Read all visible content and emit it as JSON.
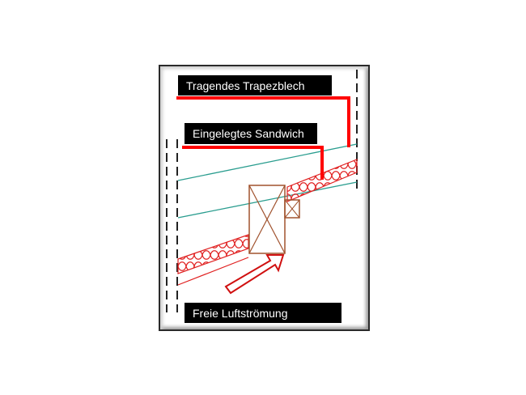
{
  "diagram": {
    "labels": {
      "top": "Tragendes Trapezblech",
      "middle": "Eingelegtes Sandwich",
      "bottom": "Freie Luftströmung"
    },
    "colors": {
      "label_bg": "#000000",
      "label_text": "#ffffff",
      "leader": "#ff0000",
      "teal": "#2a9d8f",
      "insulation": "#e02020",
      "timber": "#a0522d",
      "arrow": "#d01010",
      "dash": "#222222"
    }
  }
}
